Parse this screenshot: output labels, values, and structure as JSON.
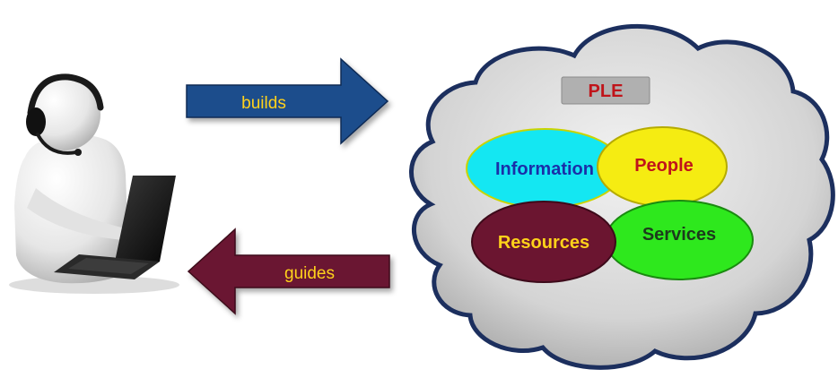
{
  "diagram": {
    "user": {
      "icon": "user-with-headset-and-laptop-icon"
    },
    "arrows": [
      {
        "id": "builds",
        "label": "builds",
        "direction": "right",
        "fill": "#1f4e8c",
        "text_color": "#ffd21a"
      },
      {
        "id": "guides",
        "label": "guides",
        "direction": "left",
        "fill": "#6b1530",
        "text_color": "#ffd21a"
      }
    ],
    "cloud": {
      "fill": "#d6d6d6",
      "stroke": "#1c2f5e",
      "badge": {
        "label": "PLE",
        "fill": "#b0b0b0",
        "text_color": "#c0141a"
      },
      "components": [
        {
          "id": "information",
          "label": "Information",
          "fill": "#14e7f2",
          "text_color": "#1a2fa8"
        },
        {
          "id": "people",
          "label": "People",
          "fill": "#f5ec12",
          "text_color": "#c0141a"
        },
        {
          "id": "resources",
          "label": "Resources",
          "fill": "#6b1530",
          "text_color": "#ffd21a"
        },
        {
          "id": "services",
          "label": "Services",
          "fill": "#2ee81d",
          "text_color": "#1c3a1c"
        }
      ]
    }
  }
}
